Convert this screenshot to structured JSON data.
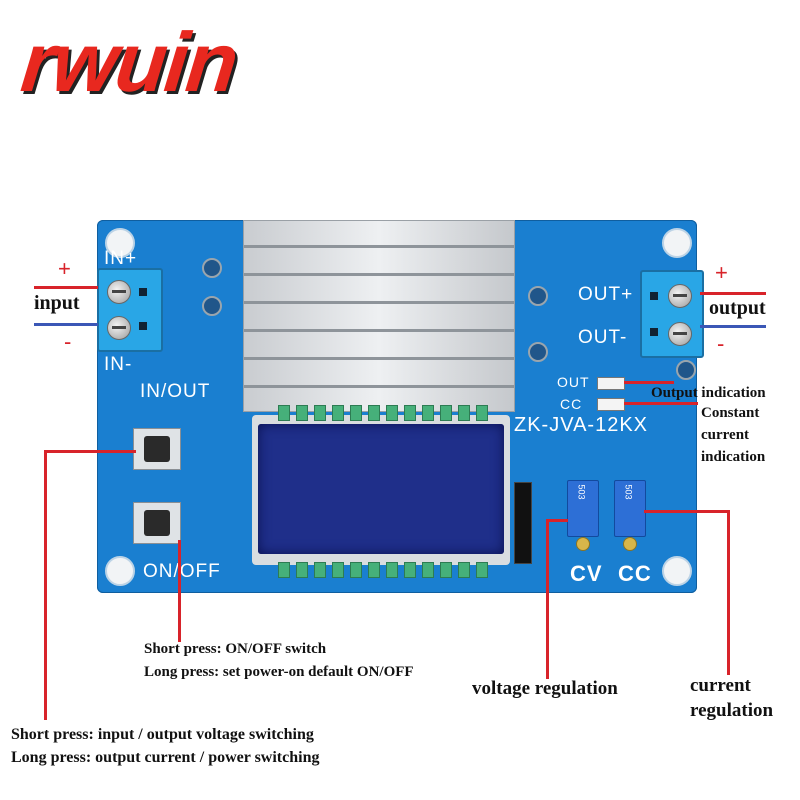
{
  "brand": {
    "logo_text": "rwuin",
    "color": "#e8281f"
  },
  "board": {
    "model": "ZK-JVA-12KX",
    "silkscreen": {
      "in_plus": "IN+",
      "in_minus": "IN-",
      "in_out": "IN/OUT",
      "out_plus": "OUT+",
      "out_minus": "OUT-",
      "on_off": "ON/OFF",
      "cv": "CV",
      "cc": "CC",
      "out_led": "OUT",
      "cc_led": "CC"
    },
    "potentiometer_markings": [
      "503",
      "503"
    ]
  },
  "annotations": {
    "input_label": "input",
    "output_label": "output",
    "plus": "+",
    "minus": "-",
    "output_indication": "Output indication",
    "constant_current_line1": "Constant",
    "constant_current_line2": "current",
    "constant_current_line3": "indication",
    "on_off_short": "Short press: ON/OFF switch",
    "on_off_long": "Long press: set power-on default ON/OFF",
    "in_out_short": "Short press: input / output voltage switching",
    "in_out_long": "Long press: output current / power switching",
    "voltage_regulation": "voltage regulation",
    "current_regulation_line1": "current",
    "current_regulation_line2": "regulation"
  },
  "colors": {
    "pcb": "#1a7fd0",
    "callout_line": "#d8232a",
    "negative_line": "#3b57b6",
    "lcd": "#1f2f8a"
  }
}
